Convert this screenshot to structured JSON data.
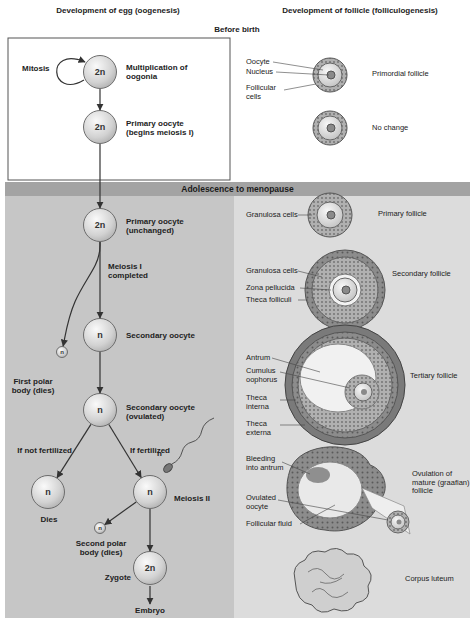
{
  "diagram": {
    "nodes": [
      {
        "text": [
          "2n",
          "Multiplication of oogonia"
        ]
      },
      {
        "text": [
          "2n",
          "Primary oocyte (begins meiosis I)"
        ]
      },
      {
        "text": [
          "Adolescence to menopause"
        ]
      },
      {
        "text": [
          "2n",
          "Primary oocyte (unchanged)"
        ],
        "in": 2
      },
      {
        "text": [
          "n",
          "Secondary oocyte"
        ],
        "in": 2
      },
      {
        "text": [
          "n",
          "First polar body (dies)"
        ],
        "in": 2
      },
      {
        "text": [
          "n",
          "Secondary oocyte (ovulated)"
        ],
        "in": 2
      },
      {
        "text": [
          "n",
          "Dies"
        ],
        "in": 2
      },
      {
        "text": [
          "n"
        ],
        "in": 2
      },
      {
        "text": [
          "n",
          "Second polar body (dies)"
        ],
        "in": 2
      },
      {
        "text": [
          "2n",
          "Zygote"
        ],
        "in": 2
      }
    ],
    "edges": [
      {
        "from": 0,
        "to": 1,
        "arrow": "to"
      },
      {
        "from": 1,
        "to": 3,
        "arrow": "to"
      },
      {
        "from": 3,
        "to": 4,
        "arrow": "to",
        "label": "Meiosis I completed"
      },
      {
        "from": 3,
        "to": 5,
        "arrow": "to"
      },
      {
        "from": 4,
        "to": 6,
        "arrow": "to"
      },
      {
        "from": 6,
        "to": 7,
        "arrow": "to",
        "label": "If not fertilized"
      },
      {
        "from": 6,
        "to": 8,
        "arrow": "to",
        "label": "If fertilized"
      },
      {
        "from": 8,
        "to": 9,
        "arrow": "to"
      },
      {
        "from": 8,
        "to": 10,
        "arrow": "to"
      }
    ],
    "labels": [
      "Development of egg (oogenesis)",
      "Development of follicle (folliculogenesis)",
      "Before birth",
      "Mitosis",
      "Oocyte",
      "Nucleus",
      "Follicular cells",
      "Primordial follicle",
      "No change",
      "Granulosa cells",
      "Primary follicle",
      "Granulosa cells",
      "Zona pellucida",
      "Theca folliculi",
      "Secondary follicle",
      "Antrum",
      "Cumulus oophorus",
      "Theca interna",
      "Theca externa",
      "Tertiary follicle",
      "Bleeding into antrum",
      "Ovulated oocyte",
      "Follicular fluid",
      "Ovulation of mature (graafian) follicle",
      "Corpus luteum",
      "n",
      "Meiosis II",
      "Embryo"
    ]
  }
}
